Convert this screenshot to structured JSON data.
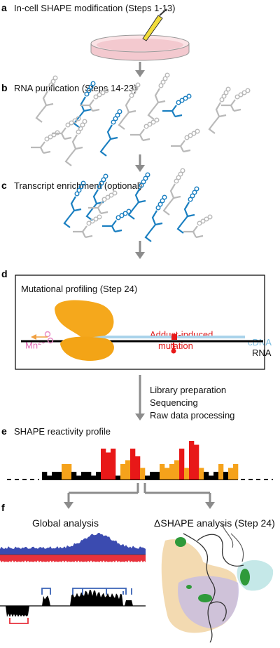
{
  "panels": {
    "a": {
      "letter": "a",
      "title": "In-cell SHAPE modification (Steps 1-13)"
    },
    "b": {
      "letter": "b",
      "title": "RNA purification (Steps 14-23)"
    },
    "c": {
      "letter": "c",
      "title": "Transcript enrichment (optional)"
    },
    "d": {
      "letter": "d",
      "title": "Mutational profiling (Step 24)",
      "mn_base": "Mn",
      "mn_sup": "2+",
      "adduct_line1": "Adduct-induced",
      "adduct_line2": "mutation",
      "cdna": "cDNA",
      "rna": "RNA"
    },
    "processing_steps": [
      "Library preparation",
      "Sequencing",
      "Raw data processing"
    ],
    "e": {
      "letter": "e",
      "title": "SHAPE reactivity profile",
      "bars": [
        2,
        1,
        2,
        2,
        4,
        4,
        2,
        1,
        2,
        2,
        1,
        2,
        8,
        7,
        8,
        1,
        4,
        5,
        8,
        6,
        3,
        1,
        2,
        2,
        4,
        3,
        4,
        5,
        8,
        3,
        10,
        9,
        3,
        2,
        1,
        2,
        4,
        2,
        3,
        4
      ],
      "bar_colors": {
        "high": "#e81818",
        "mid": "#f5a21b",
        "low": "#000000"
      }
    },
    "f": {
      "letter": "f",
      "global_title": "Global analysis",
      "delta_title": "ΔSHAPE analysis (Step 24)"
    }
  },
  "colors": {
    "arrow": "#8c8c8c",
    "blue_rna": "#1a7fc1",
    "gray_rna": "#b9b9b9",
    "dish_fill": "#f3c9cf",
    "enzyme": "#f5a81c",
    "cdna": "#a9d3ea",
    "mn": "#e889c6",
    "global_blue": "#3b4bb0",
    "global_red": "#e8323c",
    "protein_orange": "#f2d6a8",
    "protein_purple": "#c8bde0",
    "protein_cyan": "#bfe6e6",
    "hotspot": "#2f9a3a"
  }
}
